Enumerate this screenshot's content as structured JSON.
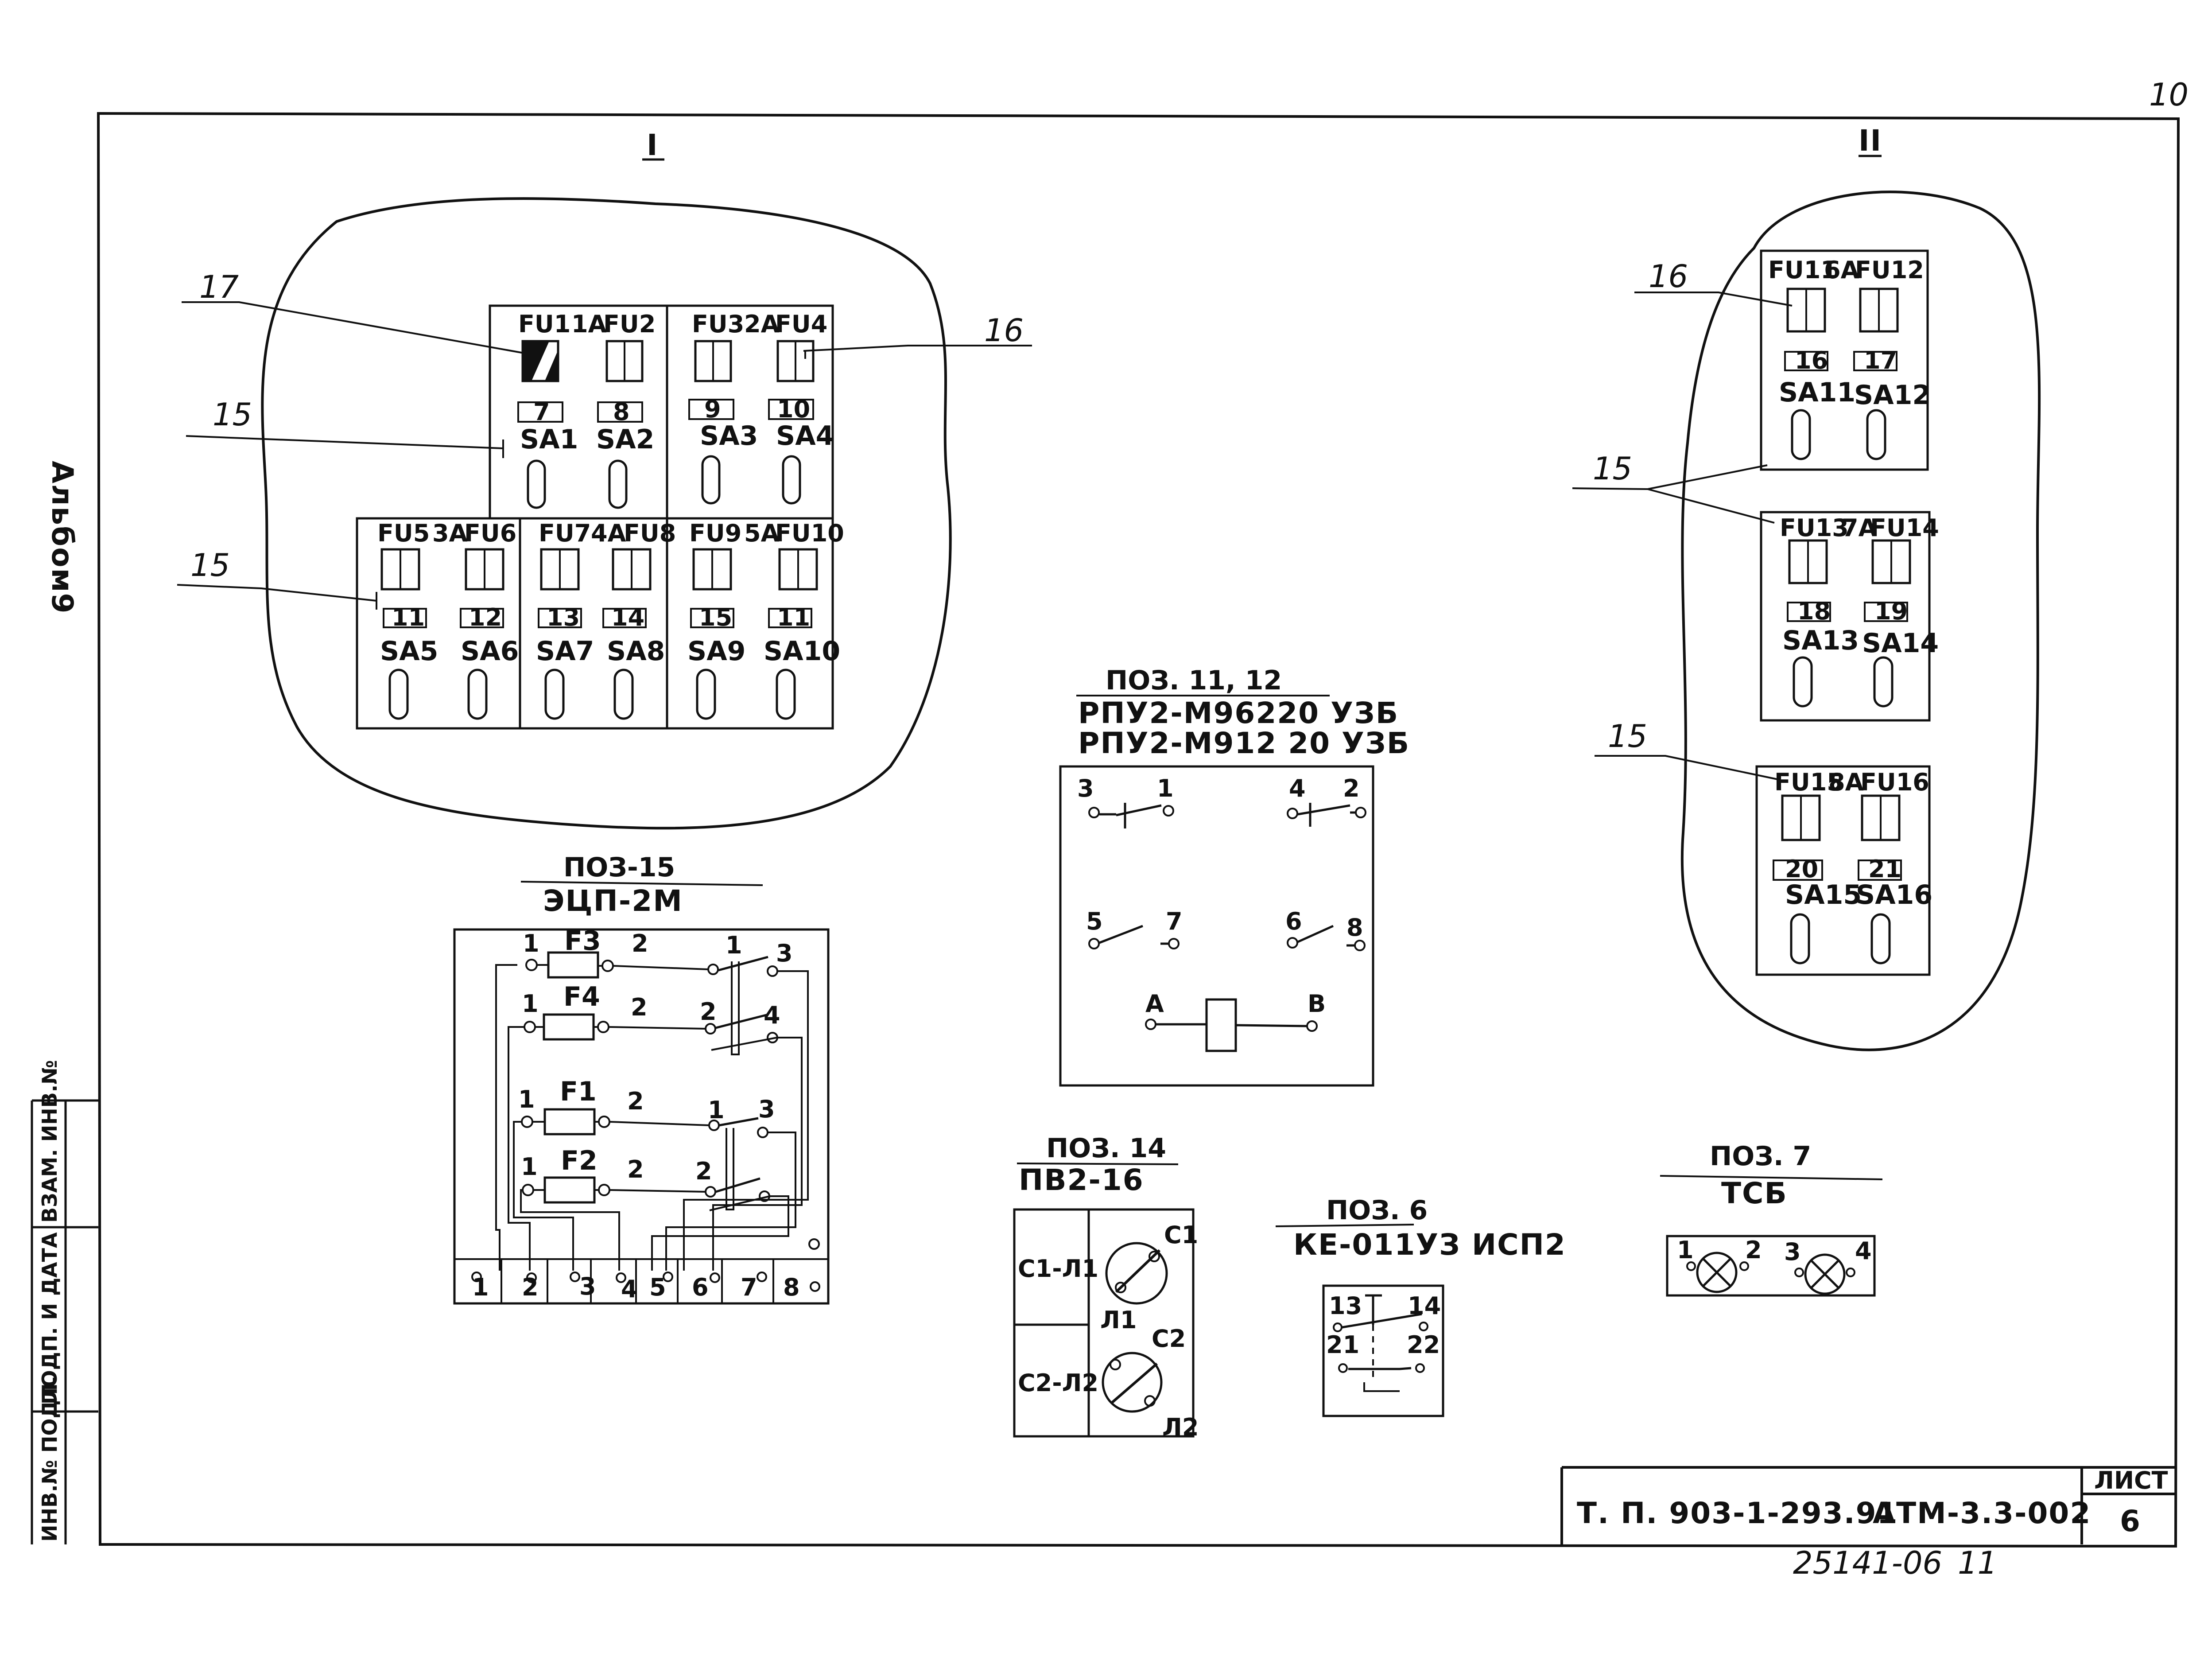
{
  "sheet": {
    "page_number": "10",
    "footer_number": "25141-06",
    "footer_page": "11",
    "album": "Альбом9"
  },
  "title_block": {
    "code": "Т. П. 903-1-293.91",
    "doc": "АТМ-3.3-002",
    "sheet_label": "ЛИСТ",
    "sheet_no": "6"
  },
  "side_stamp": {
    "inv_orig": "ИНВ.№ ПОДЛ.",
    "sign_date": "ПОДП. И ДАТА",
    "replace_inv": "ВЗАМ. ИНВ.№"
  },
  "view1": {
    "label": "I",
    "callouts": [
      "17",
      "15",
      "15",
      "16"
    ],
    "top_row": {
      "fuse_labels": [
        "FU1",
        "1A",
        "FU2",
        "FU3",
        "2A",
        "FU4"
      ],
      "numbers": [
        "7",
        "8",
        "9",
        "10"
      ],
      "switches": [
        "SA1",
        "SA2",
        "SA3",
        "SA4"
      ]
    },
    "bottom_row": {
      "fuse_labels": [
        "FU5",
        "3A",
        "FU6",
        "FU7",
        "4A",
        "FU8",
        "FU9",
        "5A",
        "FU10"
      ],
      "numbers": [
        "11",
        "12",
        "13",
        "14",
        "15",
        "11"
      ],
      "switches": [
        "SA5",
        "SA6",
        "SA7",
        "SA8",
        "SA9",
        "SA10"
      ]
    }
  },
  "view2": {
    "label": "II",
    "callouts": [
      "16",
      "15",
      "15"
    ],
    "panels": [
      {
        "fuse_labels": [
          "FU11",
          "6A",
          "FU12"
        ],
        "numbers": [
          "16",
          "17"
        ],
        "switches": [
          "SA11",
          "SA12"
        ]
      },
      {
        "fuse_labels": [
          "FU13",
          "7A",
          "FU14"
        ],
        "numbers": [
          "18",
          "19"
        ],
        "switches": [
          "SA13",
          "SA14"
        ]
      },
      {
        "fuse_labels": [
          "FU15",
          "8A",
          "FU16"
        ],
        "numbers": [
          "20",
          "21"
        ],
        "switches": [
          "SA15",
          "SA16"
        ]
      }
    ]
  },
  "relay": {
    "pos": "ПОЗ. 11, 12",
    "model1": "РПУ2-М96220 УЗБ",
    "model2": "РПУ2-М912 20 УЗБ",
    "terminals": [
      "3",
      "1",
      "4",
      "2",
      "5",
      "7",
      "6",
      "8",
      "А",
      "В"
    ]
  },
  "ecp": {
    "pos": "ПОЗ-15",
    "model": "ЭЦП-2М",
    "fuses": [
      "F3",
      "F4",
      "F1",
      "F2"
    ],
    "pins_left": [
      "1",
      "1",
      "1",
      "1"
    ],
    "pins_mid": [
      "2",
      "2",
      "2",
      "2"
    ],
    "pins_right": [
      "1",
      "3",
      "2",
      "4",
      "1",
      "3",
      "2"
    ],
    "bottom_terminals": [
      "1",
      "2",
      "3",
      "4",
      "5",
      "6",
      "7",
      "8"
    ]
  },
  "pv": {
    "pos": "ПОЗ. 14",
    "model": "ПВ2-16",
    "rows": [
      "С1-Л1",
      "С2-Л2"
    ],
    "labels": [
      "С1",
      "Л1",
      "С2",
      "Л2"
    ]
  },
  "ke": {
    "pos": "ПОЗ. 6",
    "model": "КЕ-011УЗ ИСП2",
    "terminals": [
      "13",
      "14",
      "21",
      "22"
    ]
  },
  "tsb": {
    "pos": "ПОЗ. 7",
    "model": "ТСБ",
    "terminals": [
      "1",
      "2",
      "3",
      "4"
    ]
  }
}
